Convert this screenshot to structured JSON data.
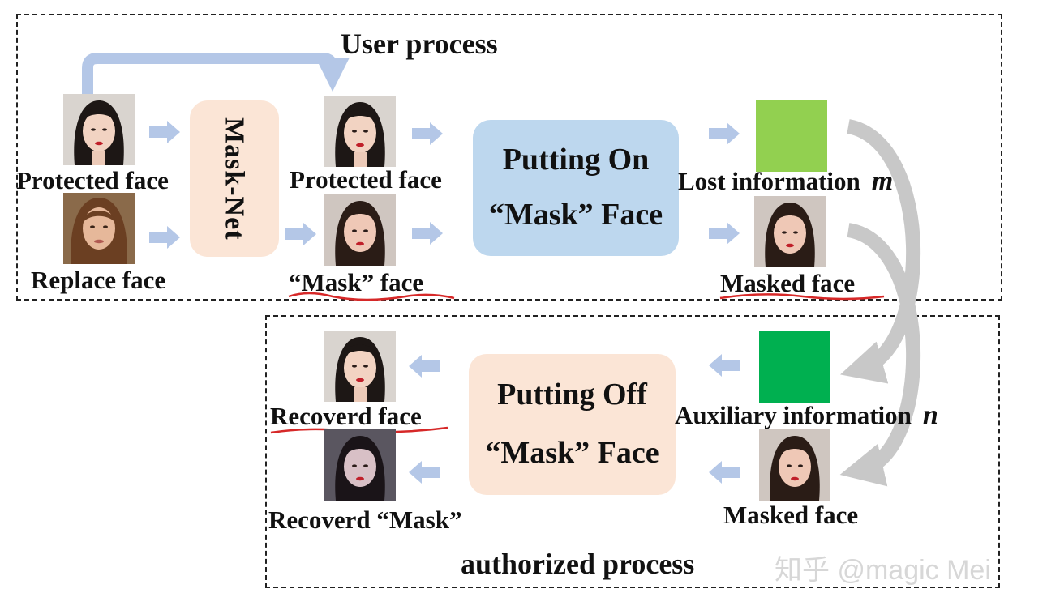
{
  "user_process": {
    "title": "User process",
    "protected_face_label": "Protected face",
    "replace_face_label": "Replace face",
    "mask_net_label": "Mask-Net",
    "protected_face_output_label": "Protected face",
    "mask_face_label": "“Mask” face",
    "putting_on_line1": "Putting On",
    "putting_on_line2": "“Mask” Face",
    "lost_information_label": "Lost information",
    "lost_information_symbol": "m",
    "masked_face_label": "Masked face"
  },
  "authorized_process": {
    "title": "authorized process",
    "recovered_face_label": "Recoverd face",
    "recovered_mask_label": "Recoverd “Mask”",
    "putting_off_line1": "Putting Off",
    "putting_off_line2": "“Mask” Face",
    "auxiliary_information_label": "Auxiliary information",
    "auxiliary_information_symbol": "n",
    "masked_face_label": "Masked face"
  },
  "watermark": "知乎 @magic Mei",
  "colors": {
    "arrow": "#b4c7e7",
    "curve_arrow": "#c8c8c8",
    "mask_net_fill": "#fbe5d6",
    "putting_on_fill": "#bdd7ee",
    "putting_off_fill": "#fbe5d6",
    "lost_info_fill": "#92d050",
    "aux_info_fill": "#00b050",
    "underline": "#d62828"
  }
}
